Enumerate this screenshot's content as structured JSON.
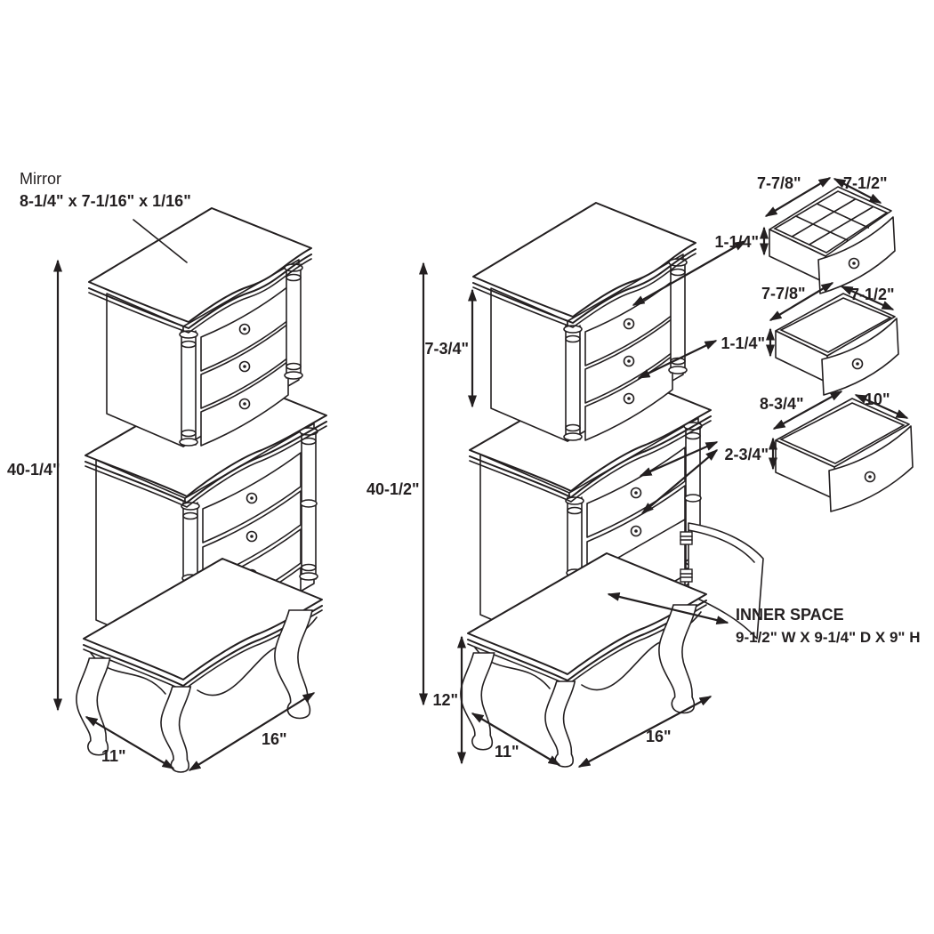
{
  "title": "Jewelry armoire dimension diagram",
  "colors": {
    "background": "#ffffff",
    "line": "#231f20"
  },
  "left_view": {
    "mirror_label_line1": "Mirror",
    "mirror_label_line2": "8-1/4\" x 7-1/16\" x 1/16\"",
    "overall_height": "40-1/4\"",
    "base_depth": "11\"",
    "base_width": "16\""
  },
  "right_view": {
    "overall_height": "40-1/2\"",
    "top_section_height": "7-3/4\"",
    "leg_height": "12\"",
    "base_depth": "11\"",
    "base_width": "16\"",
    "inner_space_line1": "INNER SPACE",
    "inner_space_line2": "9-1/2\" W X 9-1/4\" D X 9\" H"
  },
  "drawer_details": {
    "top_drawer": {
      "width": "7-7/8\"",
      "depth": "7-1/2\"",
      "height": "1-1/4\""
    },
    "middle_drawer": {
      "width": "7-7/8\"",
      "depth": "7-1/2\"",
      "height": "1-1/4\""
    },
    "bottom_drawer": {
      "width": "8-3/4\"",
      "depth": "10\"",
      "height": "2-3/4\""
    }
  }
}
